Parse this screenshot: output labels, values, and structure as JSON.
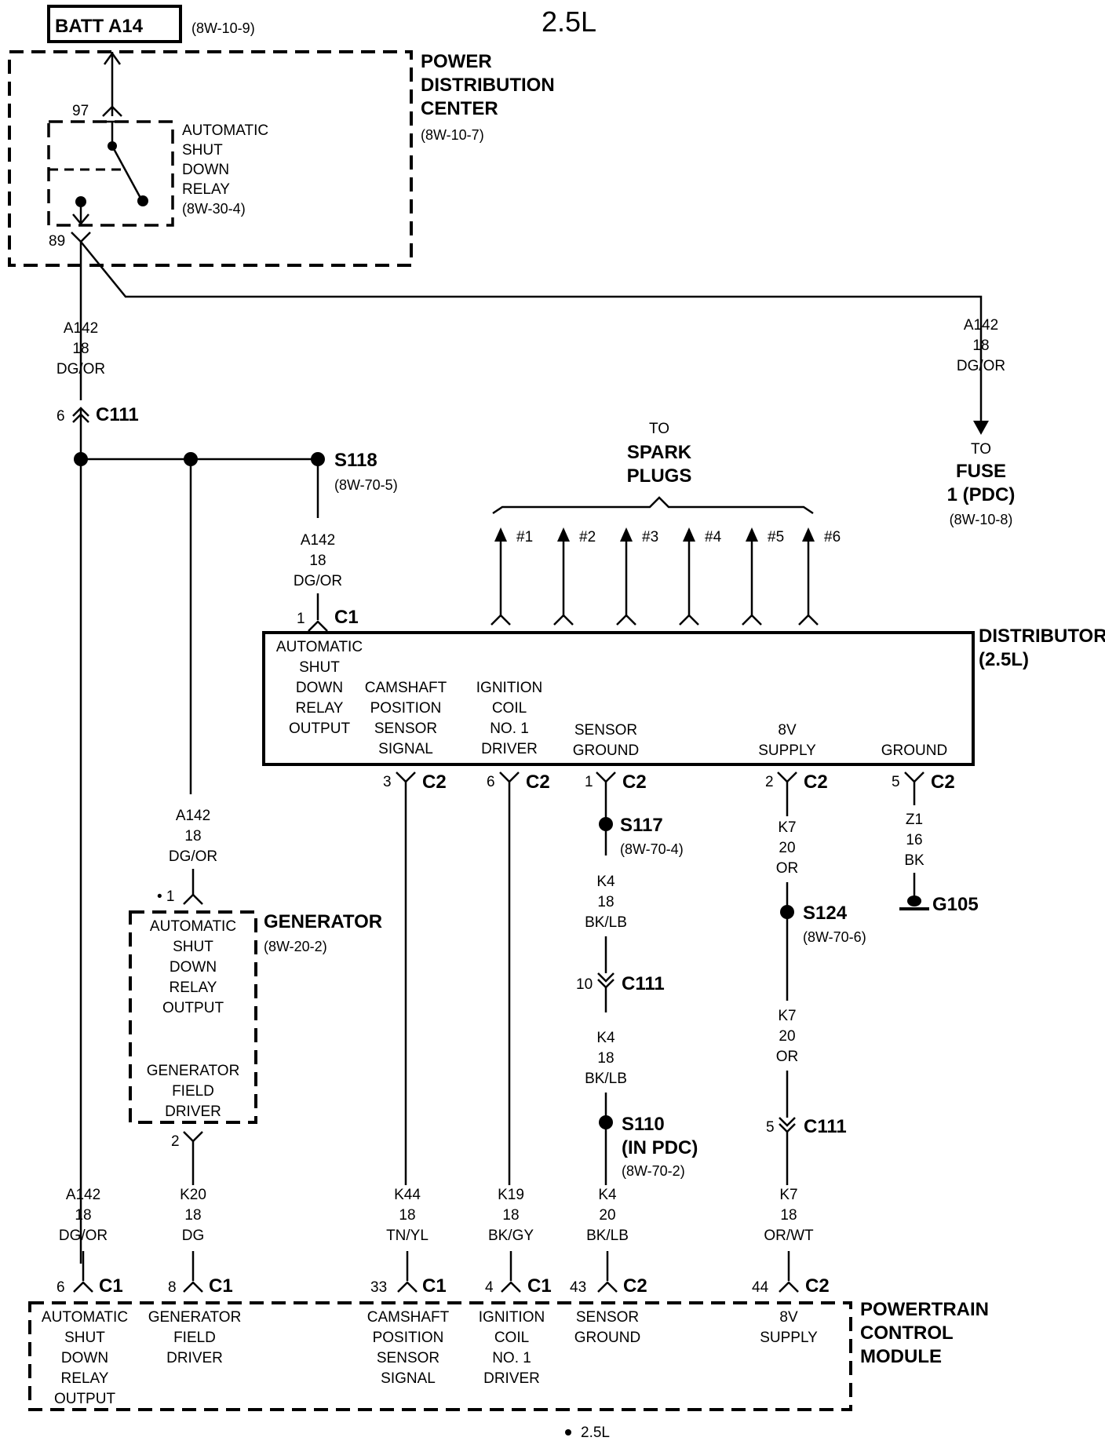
{
  "title": "2.5L",
  "footnote": "2.5L",
  "battery": {
    "label": "BATT A14",
    "ref": "(8W-10-9)"
  },
  "pdc": {
    "title_lines": [
      "POWER",
      "DISTRIBUTION",
      "CENTER"
    ],
    "ref": "(8W-10-7)",
    "relay_lines": [
      "AUTOMATIC",
      "SHUT",
      "DOWN",
      "RELAY",
      "(8W-30-4)"
    ],
    "pin_top": "97",
    "pin_bottom": "89"
  },
  "wire_a142_left": [
    "A142",
    "18",
    "DG/OR"
  ],
  "wire_a142_right": [
    "A142",
    "18",
    "DG/OR"
  ],
  "fuse": {
    "to": "TO",
    "lines": [
      "FUSE",
      "1 (PDC)"
    ],
    "ref": "(8W-10-8)"
  },
  "c111_top": {
    "pin": "6",
    "label": "C111"
  },
  "s118": {
    "label": "S118",
    "ref": "(8W-70-5)"
  },
  "wire_a142_s118": [
    "A142",
    "18",
    "DG/OR"
  ],
  "spark": {
    "to": "TO",
    "lines": [
      "SPARK",
      "PLUGS"
    ],
    "plugs": [
      "#1",
      "#2",
      "#3",
      "#4",
      "#5",
      "#6"
    ]
  },
  "distributor": {
    "title_lines": [
      "DISTRIBUTOR",
      "(2.5L)"
    ],
    "c1": {
      "pin": "1",
      "label": "C1"
    },
    "asd_lines": [
      "AUTOMATIC",
      "SHUT",
      "DOWN",
      "RELAY",
      "OUTPUT"
    ],
    "cam_lines": [
      "CAMSHAFT",
      "POSITION",
      "SENSOR",
      "SIGNAL"
    ],
    "ign_lines": [
      "IGNITION",
      "COIL",
      "NO. 1",
      "DRIVER"
    ],
    "sg_lines": [
      "SENSOR",
      "GROUND"
    ],
    "v8_lines": [
      "8V",
      "SUPPLY"
    ],
    "gnd_lines": [
      "GROUND"
    ],
    "connectors": [
      {
        "pin": "3",
        "label": "C2"
      },
      {
        "pin": "6",
        "label": "C2"
      },
      {
        "pin": "1",
        "label": "C2"
      },
      {
        "pin": "2",
        "label": "C2"
      },
      {
        "pin": "5",
        "label": "C2"
      }
    ]
  },
  "s117": {
    "label": "S117",
    "ref": "(8W-70-4)"
  },
  "s124": {
    "label": "S124",
    "ref": "(8W-70-6)"
  },
  "s110": {
    "lines": [
      "S110",
      "(IN PDC)"
    ],
    "ref": "(8W-70-2)"
  },
  "g105": {
    "label": "G105"
  },
  "wire_z1": [
    "Z1",
    "16",
    "BK"
  ],
  "wire_k4_a": [
    "K4",
    "18",
    "BK/LB"
  ],
  "wire_k4_b": [
    "K4",
    "18",
    "BK/LB"
  ],
  "wire_k4_c": [
    "K4",
    "20",
    "BK/LB"
  ],
  "wire_k7_a": [
    "K7",
    "20",
    "OR"
  ],
  "wire_k7_b": [
    "K7",
    "20",
    "OR"
  ],
  "wire_k7_c": [
    "K7",
    "18",
    "OR/WT"
  ],
  "c111_k4": {
    "pin": "10",
    "label": "C111"
  },
  "c111_k7": {
    "pin": "5",
    "label": "C111"
  },
  "wire_a142_gen": [
    "A142",
    "18",
    "DG/OR"
  ],
  "generator": {
    "title": "GENERATOR",
    "ref": "(8W-20-2)",
    "pin_top": "• 1",
    "pin_bottom": "2",
    "asd_lines": [
      "AUTOMATIC",
      "SHUT",
      "DOWN",
      "RELAY",
      "OUTPUT"
    ],
    "field_lines": [
      "GENERATOR",
      "FIELD",
      "DRIVER"
    ]
  },
  "wire_a142_bottom": [
    "A142",
    "18",
    "DG/OR"
  ],
  "wire_k20": [
    "K20",
    "18",
    "DG"
  ],
  "wire_k44": [
    "K44",
    "18",
    "TN/YL"
  ],
  "wire_k19": [
    "K19",
    "18",
    "BK/GY"
  ],
  "pcm": {
    "title_lines": [
      "POWERTRAIN",
      "CONTROL",
      "MODULE"
    ],
    "connectors": [
      {
        "pin": "6",
        "label": "C1"
      },
      {
        "pin": "8",
        "label": "C1"
      },
      {
        "pin": "33",
        "label": "C1"
      },
      {
        "pin": "4",
        "label": "C1"
      },
      {
        "pin": "43",
        "label": "C2"
      },
      {
        "pin": "44",
        "label": "C2"
      }
    ],
    "asd_lines": [
      "AUTOMATIC",
      "SHUT",
      "DOWN",
      "RELAY",
      "OUTPUT"
    ],
    "gen_lines": [
      "GENERATOR",
      "FIELD",
      "DRIVER"
    ],
    "cam_lines": [
      "CAMSHAFT",
      "POSITION",
      "SENSOR",
      "SIGNAL"
    ],
    "ign_lines": [
      "IGNITION",
      "COIL",
      "NO. 1",
      "DRIVER"
    ],
    "sg_lines": [
      "SENSOR",
      "GROUND"
    ],
    "v8_lines": [
      "8V",
      "SUPPLY"
    ]
  }
}
